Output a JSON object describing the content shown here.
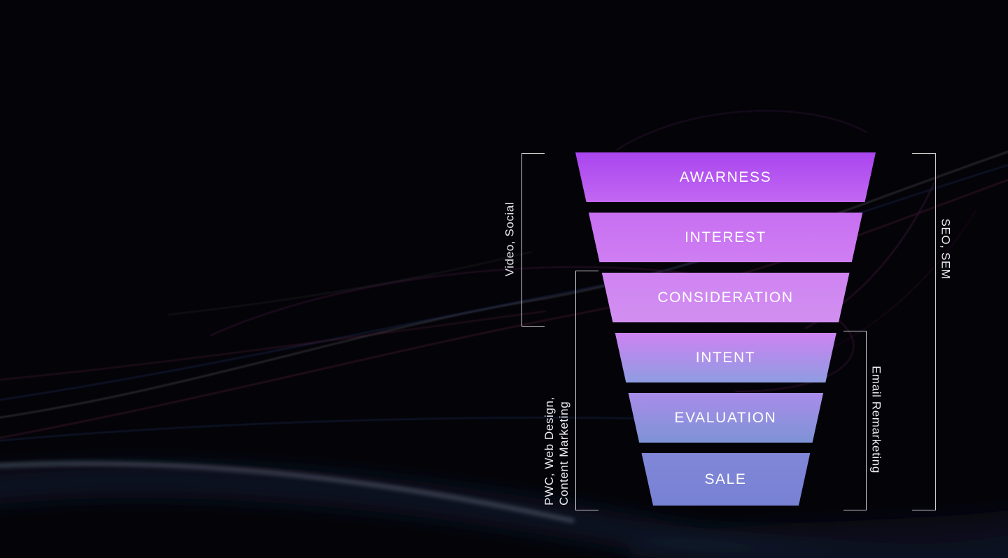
{
  "funnel": {
    "stages": [
      {
        "label": "AWARNESS",
        "color_top": "#aa45ee",
        "color_bottom": "#c168f3"
      },
      {
        "label": "INTEREST",
        "color_top": "#c76ff2",
        "color_bottom": "#cf7ef2"
      },
      {
        "label": "CONSIDERATION",
        "color_top": "#d083f2",
        "color_bottom": "#d18ff0"
      },
      {
        "label": "INTENT",
        "color_top": "#cd82f1",
        "color_bottom": "#8f9ce2"
      },
      {
        "label": "EVALUATION",
        "color_top": "#a98ce9",
        "color_bottom": "#7e93d6"
      },
      {
        "label": "SALE",
        "color_top": "#8187d9",
        "color_bottom": "#7781d3"
      }
    ]
  },
  "annotations": {
    "video_social": {
      "label": "Video, Social"
    },
    "seo_sem": {
      "label": "SEO, SEM"
    },
    "pwc_web_design": {
      "line1": "PWC, Web Design,",
      "line2": "Content Marketing"
    },
    "email_remarketing": {
      "label": "Email Remarketing"
    }
  },
  "colors": {
    "background": "#040408",
    "stage_text": "#ffffff",
    "side_label_text": "#eceef2",
    "bracket_line": "#eeeef4"
  }
}
